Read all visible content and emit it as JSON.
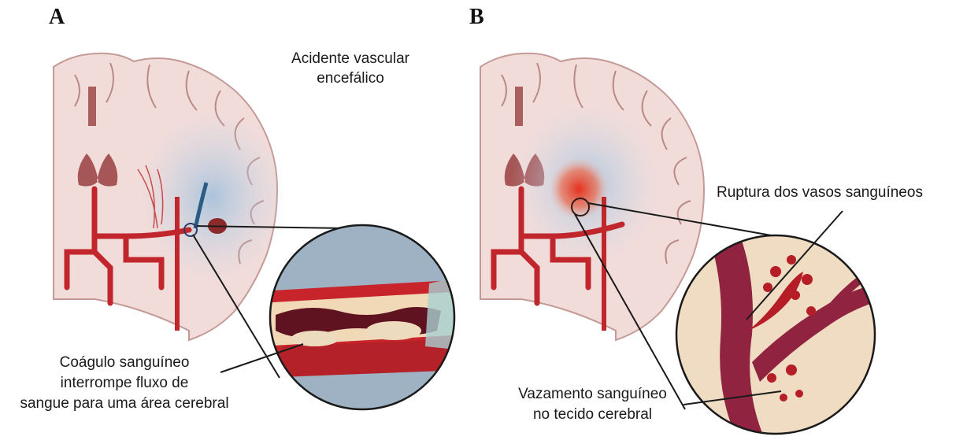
{
  "panels": [
    {
      "letter": "A",
      "title_lines": [
        "Acidente vascular",
        "encefálico"
      ],
      "caption_lines": [
        "Coágulo sanguíneo",
        "interrompe fluxo de",
        "sangue para uma área cerebral"
      ]
    },
    {
      "letter": "B",
      "top_label": "Ruptura dos vasos sanguíneos",
      "caption_lines": [
        "Vazamento sanguíneo",
        "no tecido cerebral"
      ]
    }
  ],
  "colors": {
    "brain_tissue": "#f1d9d6",
    "brain_outline": "#b98f8c",
    "vessel_red": "#c0262b",
    "ischemia_blue": "#aac6de",
    "hemorrhage_red": "#d8432a",
    "clot_dark": "#6b1420"
  }
}
